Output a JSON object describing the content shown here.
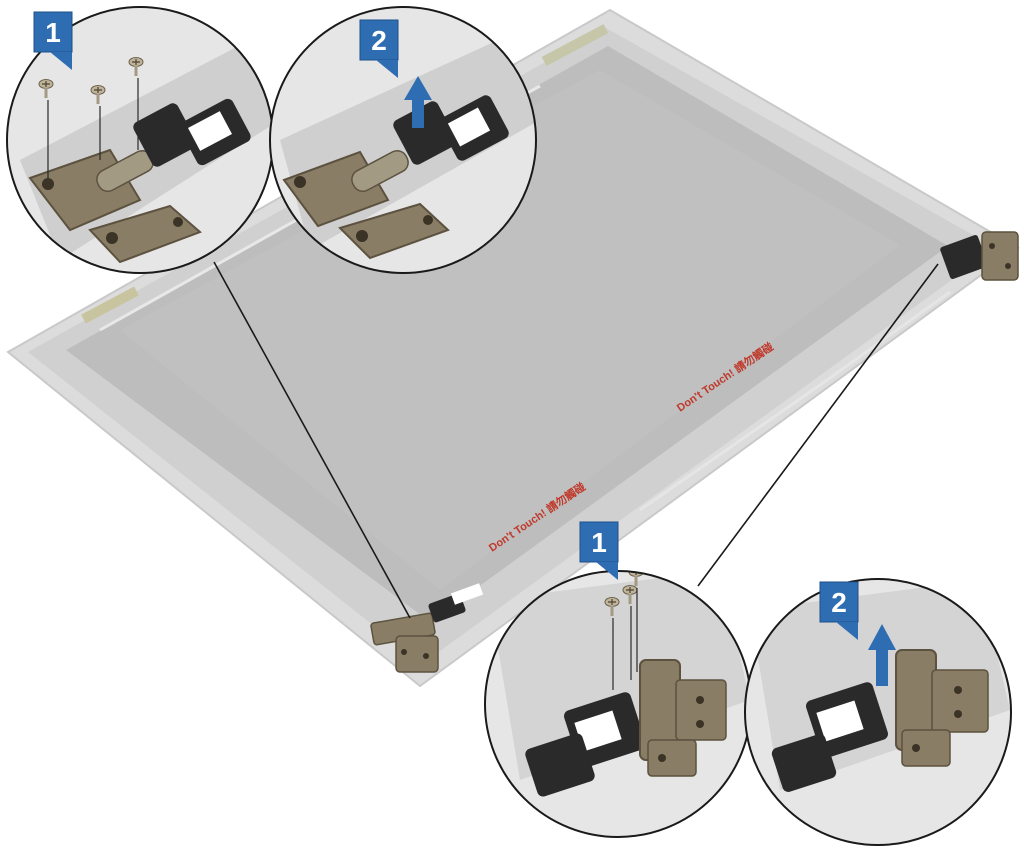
{
  "colors": {
    "background": "#ffffff",
    "panel_frame": "#d2d2d2",
    "panel_screen": "#bcbcbc",
    "panel_edge": "#e6e6e6",
    "callout_blue": "#2f6db3",
    "callout_blue_dark": "#1d4f8a",
    "arrow_blue": "#2f6db3",
    "leader_line": "#1a1a1a",
    "warning_text": "#c0392b",
    "hinge_metal": "#8a7d66",
    "hinge_cap": "#2a2a2a"
  },
  "callouts": {
    "top_left_step1": "1",
    "top_left_step2": "2",
    "bottom_right_step1": "1",
    "bottom_right_step2": "2"
  },
  "panel_labels": {
    "warning_upper": "Don't Touch! 請勿觸碰",
    "warning_lower": "Don't Touch! 請勿觸碰"
  },
  "icons": {
    "screw": "screw-icon",
    "lift_arrow": "arrow-up-icon",
    "hinge": "hinge-icon",
    "label_sticker": "qr-label-icon"
  }
}
